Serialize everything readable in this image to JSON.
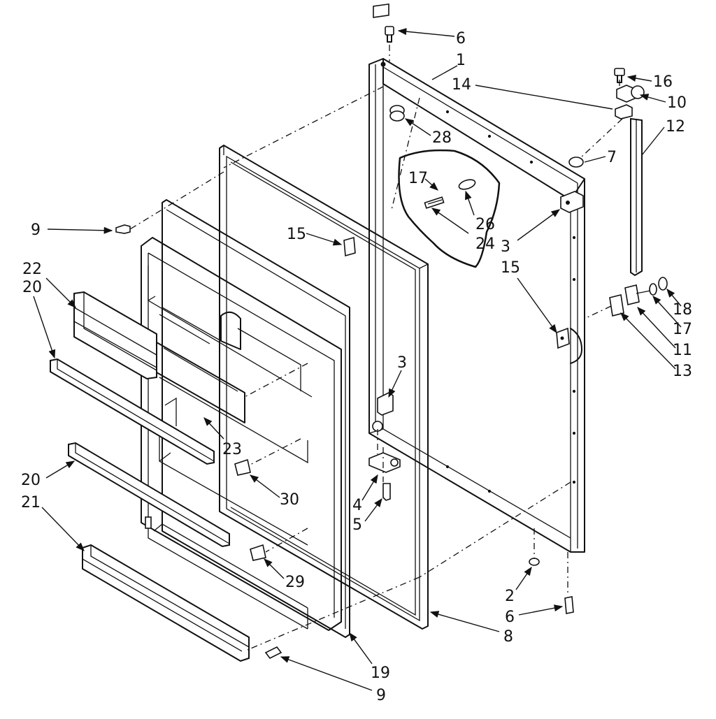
{
  "diagram": {
    "callouts": [
      {
        "id": "c6a",
        "text": "6"
      },
      {
        "id": "c1",
        "text": "1"
      },
      {
        "id": "c16",
        "text": "16"
      },
      {
        "id": "c14",
        "text": "14"
      },
      {
        "id": "c10",
        "text": "10"
      },
      {
        "id": "c12",
        "text": "12"
      },
      {
        "id": "c28",
        "text": "28"
      },
      {
        "id": "c7",
        "text": "7"
      },
      {
        "id": "c17a",
        "text": "17"
      },
      {
        "id": "c26",
        "text": "26"
      },
      {
        "id": "c24",
        "text": "24"
      },
      {
        "id": "c9a",
        "text": "9"
      },
      {
        "id": "c15a",
        "text": "15"
      },
      {
        "id": "c3a",
        "text": "3"
      },
      {
        "id": "c15b",
        "text": "15"
      },
      {
        "id": "c22",
        "text": "22"
      },
      {
        "id": "c20a",
        "text": "20"
      },
      {
        "id": "c18",
        "text": "18"
      },
      {
        "id": "c17b",
        "text": "17"
      },
      {
        "id": "c11",
        "text": "11"
      },
      {
        "id": "c13",
        "text": "13"
      },
      {
        "id": "c3b",
        "text": "3"
      },
      {
        "id": "c23",
        "text": "23"
      },
      {
        "id": "c20b",
        "text": "20"
      },
      {
        "id": "c30",
        "text": "30"
      },
      {
        "id": "c21",
        "text": "21"
      },
      {
        "id": "c4",
        "text": "4"
      },
      {
        "id": "c5",
        "text": "5"
      },
      {
        "id": "c29",
        "text": "29"
      },
      {
        "id": "c2",
        "text": "2"
      },
      {
        "id": "c6b",
        "text": "6"
      },
      {
        "id": "c8",
        "text": "8"
      },
      {
        "id": "c19",
        "text": "19"
      },
      {
        "id": "c9b",
        "text": "9"
      }
    ]
  }
}
